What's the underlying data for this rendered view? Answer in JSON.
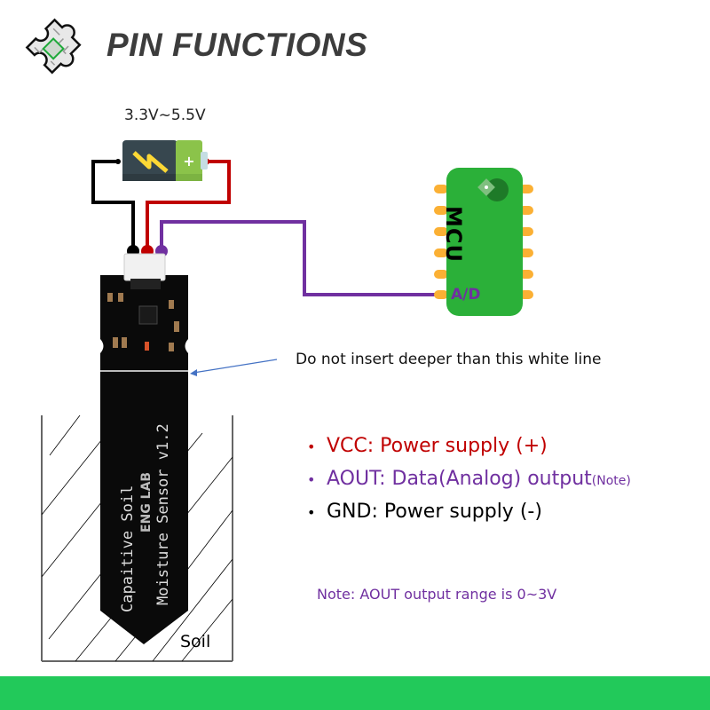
{
  "header": {
    "title": "PIN FUNCTIONS",
    "logo_icon": "circuit-puzzle-icon"
  },
  "power": {
    "voltage_label": "3.3V~5.5V",
    "battery_icon": "battery-icon",
    "plus_symbol": "+"
  },
  "mcu": {
    "label": "MCU",
    "pin_label": "A/D",
    "color": "#2bb039",
    "pin_color": "#fbb034"
  },
  "sensor": {
    "connector_pins": [
      "GND",
      "VCC",
      "AOUT"
    ],
    "text_line1": "Capaitive Soil",
    "text_line2": "ENG LAB",
    "text_line3": "Moisture Sensor v1.2",
    "callout": "Do not insert deeper than this white line"
  },
  "soil": {
    "label": "Soil"
  },
  "wires": {
    "gnd_color": "#000000",
    "vcc_color": "#c00000",
    "aout_color": "#7030a0"
  },
  "legend": [
    {
      "bullet": "•",
      "text": "VCC: Power supply (+)",
      "color": "#c00000"
    },
    {
      "bullet": "•",
      "text": "AOUT: Data(Analog) output",
      "suffix": "(Note)",
      "color": "#7030a0"
    },
    {
      "bullet": "•",
      "text": "GND: Power supply (-)",
      "color": "#000000"
    }
  ],
  "note": "Note: AOUT output range is 0~3V",
  "footer_color": "#22c95a"
}
